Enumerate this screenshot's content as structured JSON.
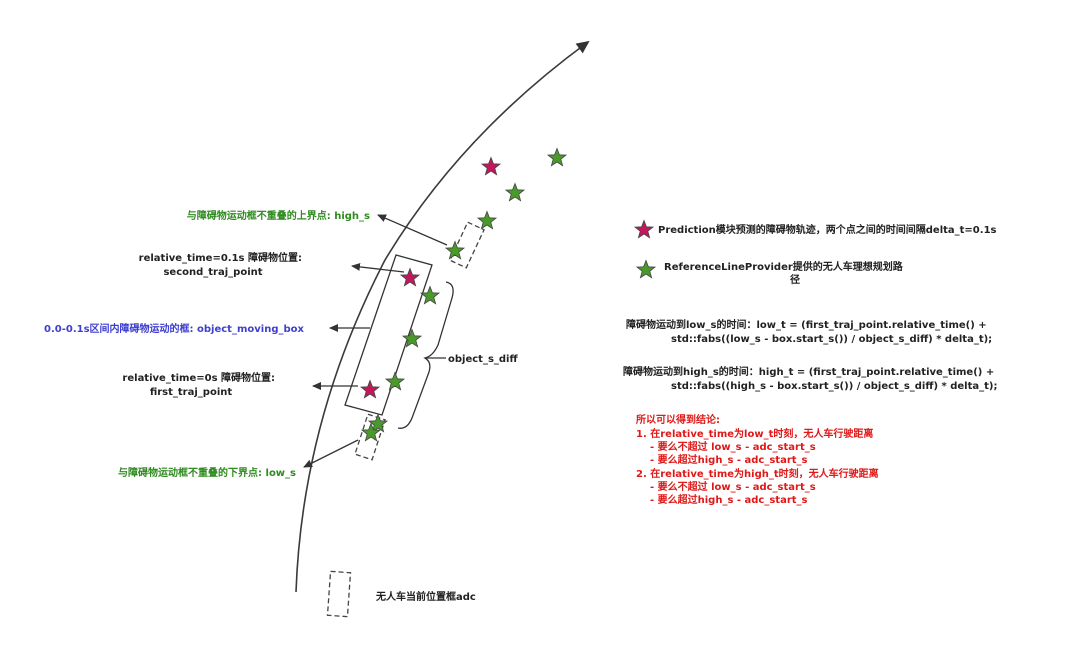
{
  "colors": {
    "trajectory_line": "#3a3a3a",
    "prediction_star": "#c2185b",
    "reference_star": "#4a9a2a",
    "label_green": "#2e8b1f",
    "label_blue": "#3e3ed0",
    "conclusion_red": "#e01818"
  },
  "icons": {
    "prediction_marker": "magenta-star-icon",
    "reference_marker": "green-star-icon"
  },
  "labels": {
    "high_s": "与障碍物运动框不重叠的上界点: high_s",
    "second_traj_line1": "relative_time=0.1s 障碍物位置:",
    "second_traj_line2": "second_traj_point",
    "moving_box": "0.0-0.1s区间内障碍物运动的框: object_moving_box",
    "object_s_diff": "object_s_diff",
    "first_traj_line1": "relative_time=0s 障碍物位置:",
    "first_traj_line2": "first_traj_point",
    "low_s": "与障碍物运动框不重叠的下界点: low_s",
    "adc": "无人车当前位置框adc"
  },
  "legend": {
    "prediction": "Prediction模块预测的障碍物轨迹，两个点之间的时间间隔delta_t=0.1s",
    "reference_line1": "ReferenceLineProvider提供的无人车理想规划路",
    "reference_line2": "径"
  },
  "formulas": {
    "low_line1": "障碍物运动到low_s的时间：low_t = (first_traj_point.relative_time() +",
    "low_line2": "std::fabs((low_s - box.start_s()) / object_s_diff) * delta_t);",
    "high_line1": "障碍物运动到high_s的时间：high_t = (first_traj_point.relative_time() +",
    "high_line2": "std::fabs((high_s - box.start_s()) / object_s_diff) * delta_t);"
  },
  "conclusion": {
    "title": "所以可以得到结论:",
    "item1": "1. 在relative_time为low_t时刻，无人车行驶距离",
    "item1_a": "- 要么不超过 low_s - adc_start_s",
    "item1_b": "- 要么超过high_s - adc_start_s",
    "item2": "2. 在relative_time为high_t时刻，无人车行驶距离",
    "item2_a": "- 要么不超过 low_s - adc_start_s",
    "item2_b": "- 要么超过high_s - adc_start_s"
  }
}
